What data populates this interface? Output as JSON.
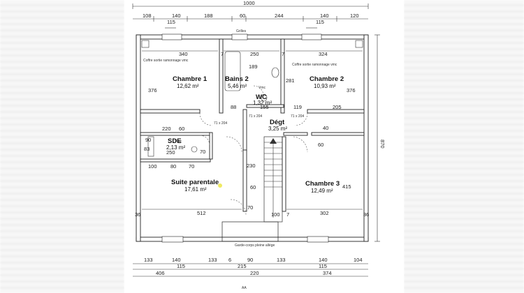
{
  "overall": {
    "width": "1000",
    "height": "870"
  },
  "top_dims_row1": [
    "108",
    "140",
    "188",
    "60",
    "244",
    "140",
    "120"
  ],
  "top_dims_row2": [
    "115",
    "115"
  ],
  "bottom_dims_row1": [
    "133",
    "140",
    "133",
    "6",
    "90",
    "133",
    "140",
    "104"
  ],
  "bottom_dims_row2": [
    "115",
    "215",
    "115"
  ],
  "bottom_dims_row3": [
    "406",
    "220",
    "374"
  ],
  "rooms": {
    "chambre1": {
      "name": "Chambre 1",
      "area": "12,62 m²"
    },
    "bains2": {
      "name": "Bains 2",
      "area": "5,46 m²"
    },
    "wc": {
      "name": "WC",
      "area": "1,32 m²"
    },
    "chambre2": {
      "name": "Chambre 2",
      "area": "10,93 m²"
    },
    "degt": {
      "name": "Dégt",
      "area": "3,25 m²"
    },
    "sde": {
      "name": "SDE",
      "area": "2,13 m²"
    },
    "suite": {
      "name": "Suite parentale",
      "area": "17,61 m²"
    },
    "chambre3": {
      "name": "Chambre 3",
      "area": "12,49 m²"
    }
  },
  "inner_dims": {
    "d340": "340",
    "d7a": "7",
    "d250": "250",
    "d7b": "7",
    "d324": "324",
    "d376l": "376",
    "d376r": "376",
    "d189": "189",
    "d281": "281",
    "d88": "88",
    "d155": "155",
    "d119": "119",
    "d205": "205",
    "d220": "220",
    "d60": "60",
    "d90": "90",
    "d250b": "250",
    "d70a": "70",
    "d40": "40",
    "d83": "83",
    "d100a": "100",
    "d80": "80",
    "d70b": "70",
    "d230": "230",
    "d60b": "60",
    "d60c": "60",
    "d415": "415",
    "d512": "512",
    "d36l": "36",
    "d70c": "70",
    "d100b": "100",
    "d302": "302",
    "d36r": "36",
    "d7c": "7"
  },
  "notes": {
    "grilles": "Grilles",
    "coffre_left": "Coffre sortie ramonnage vmc",
    "coffre_right": "Coffre sortie ramonnage vmc",
    "vmc": "Vmc",
    "garde_corps": "Garde-corps pleine allège",
    "section": "AA",
    "small": "71 x 204"
  },
  "colors": {
    "ink": "#222222",
    "paper": "#ffffff",
    "marker": "#e8e020"
  }
}
